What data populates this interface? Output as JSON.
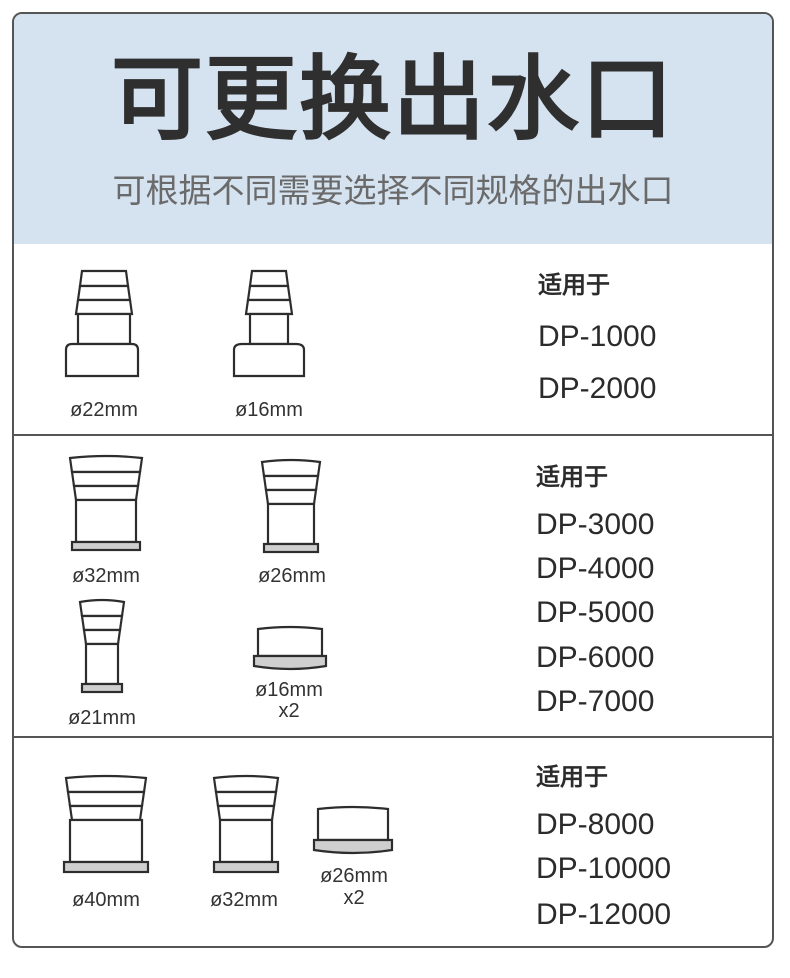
{
  "header": {
    "title": "可更换出水口",
    "subtitle": "可根据不同需要选择不同规格的出水口"
  },
  "sections": [
    {
      "parts": [
        {
          "label": "ø22mm"
        },
        {
          "label": "ø16mm"
        }
      ],
      "apply_heading": "适用于",
      "models": [
        "DP-1000",
        "DP-2000"
      ]
    },
    {
      "parts": [
        {
          "label": "ø32mm"
        },
        {
          "label": "ø26mm"
        },
        {
          "label": "ø21mm"
        },
        {
          "label": "ø16mm",
          "qty": "x2"
        }
      ],
      "apply_heading": "适用于",
      "models": [
        "DP-3000",
        "DP-4000",
        "DP-5000",
        "DP-6000",
        "DP-7000"
      ]
    },
    {
      "parts": [
        {
          "label": "ø40mm"
        },
        {
          "label": "ø32mm"
        },
        {
          "label": "ø26mm",
          "qty": "x2"
        }
      ],
      "apply_heading": "适用于",
      "models": [
        "DP-8000",
        "DP-10000",
        "DP-12000"
      ]
    }
  ]
}
